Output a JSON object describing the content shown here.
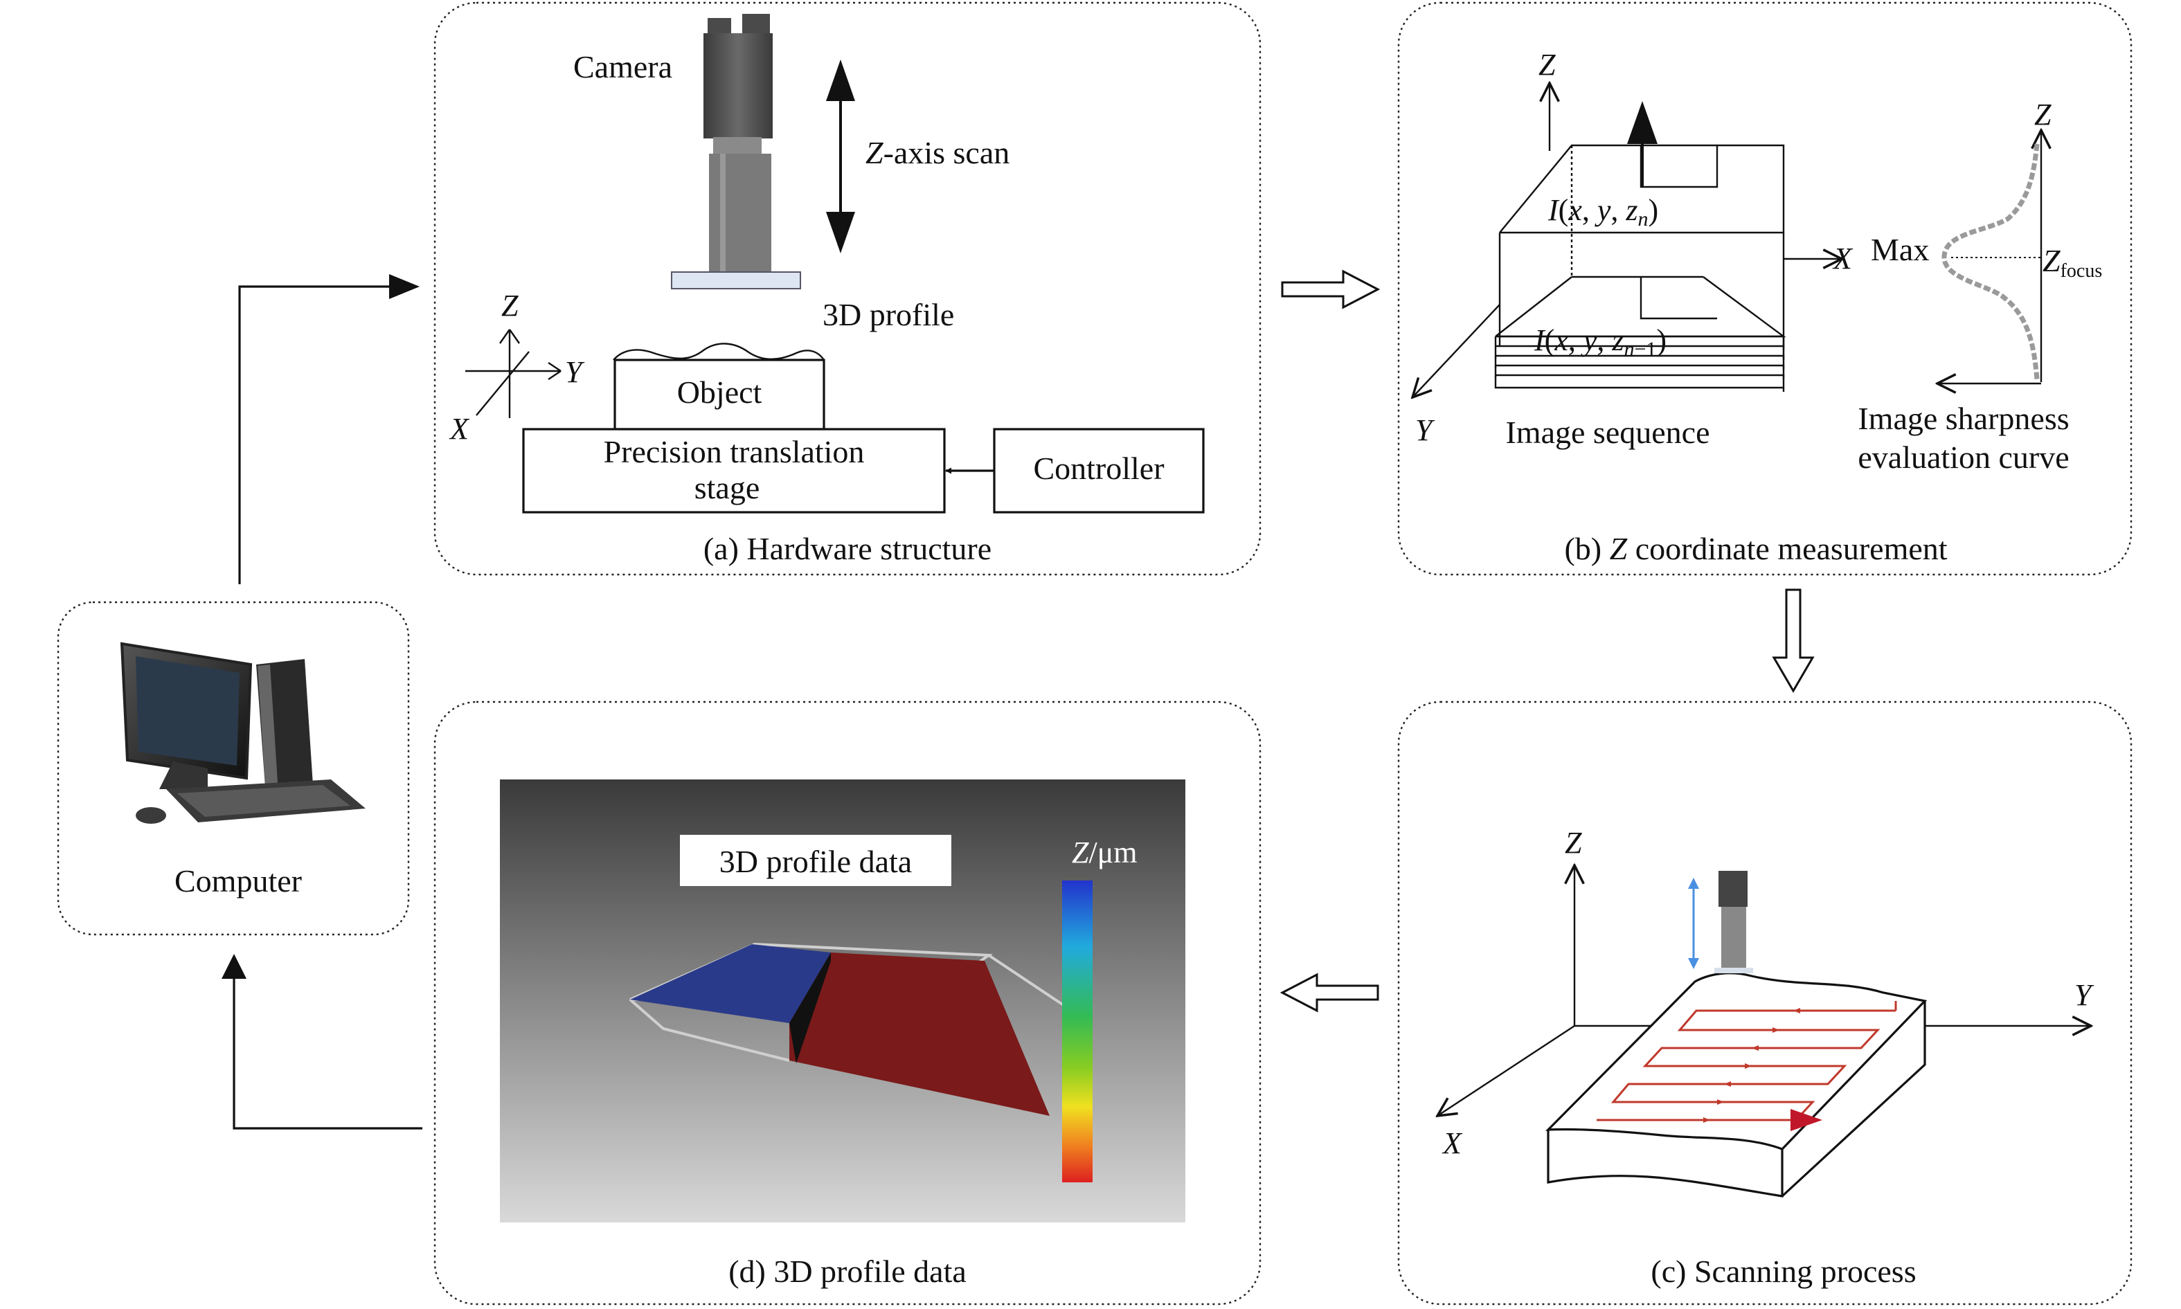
{
  "panels": {
    "a_caption": "(a) Hardware structure",
    "b_caption_prefix": "(b) ",
    "b_caption_z": "Z",
    "b_caption_suffix": " coordinate measurement",
    "c_caption": "(c) Scanning process",
    "d_caption": "(d) 3D profile data"
  },
  "hardware": {
    "camera": "Camera",
    "zaxis_italic": "Z",
    "zaxis_rest": "-axis scan",
    "profile": "3D profile",
    "object": "Object",
    "stage_line1": "Precision translation",
    "stage_line2": "stage",
    "controller": "Controller",
    "axis_z": "Z",
    "axis_y": "Y",
    "axis_x": "X"
  },
  "zmeasure": {
    "axis_z": "Z",
    "axis_x": "X",
    "axis_y": "Y",
    "top_frame": "I(x, y, zn)",
    "lower_frame": "I(x, y, zn−1)",
    "sequence": "Image sequence",
    "max": "Max",
    "zfocus_main": "Z",
    "zfocus_sub": "focus",
    "curve_axis_z": "Z",
    "sharpness_line1": "Image sharpness",
    "sharpness_line2": "evaluation curve"
  },
  "scanning": {
    "axis_z": "Z",
    "axis_y": "Y",
    "axis_x": "X"
  },
  "profile_data": {
    "badge": "3D profile data",
    "colorbar_unit_z": "Z",
    "colorbar_unit_rest": "/μm"
  },
  "computer": {
    "label": "Computer"
  },
  "colors": {
    "plot_bg_top": "#3a3a3a",
    "plot_bg_bottom": "#d9d9d9",
    "blue_face": "#2a3a8a",
    "red_face": "#7a1a1a",
    "scan_path": "#c0392b",
    "scan_arrow": "#c0182a"
  }
}
